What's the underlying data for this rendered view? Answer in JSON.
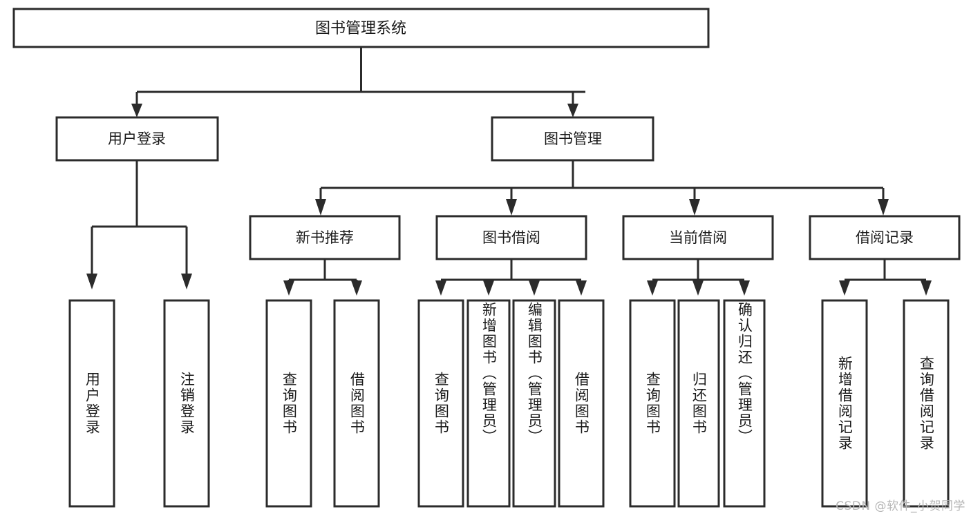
{
  "diagram": {
    "title": "图书管理系统",
    "watermark": "CSDN @软件_小贺同学",
    "style": {
      "box_fill": "#ffffff",
      "box_stroke": "#2b2b2b",
      "text_color": "#1a1a1a",
      "watermark_color": "#b6b6b6",
      "background": "#ffffff"
    },
    "levels": {
      "root": {
        "label": "图书管理系统"
      },
      "level2": [
        {
          "label": "用户登录"
        },
        {
          "label": "图书管理"
        }
      ],
      "level3": [
        {
          "label": "新书推荐"
        },
        {
          "label": "图书借阅"
        },
        {
          "label": "当前借阅"
        },
        {
          "label": "借阅记录"
        }
      ],
      "level4": [
        {
          "label": "用户登录",
          "parent": "用户登录"
        },
        {
          "label": "注销登录",
          "parent": "用户登录"
        },
        {
          "label": "查询图书",
          "parent": "新书推荐"
        },
        {
          "label": "借阅图书",
          "parent": "新书推荐"
        },
        {
          "label": "查询图书",
          "parent": "图书借阅"
        },
        {
          "label": "新增图书（管理员）",
          "parent": "图书借阅"
        },
        {
          "label": "编辑图书（管理员）",
          "parent": "图书借阅"
        },
        {
          "label": "借阅图书",
          "parent": "图书借阅"
        },
        {
          "label": "查询图书",
          "parent": "当前借阅"
        },
        {
          "label": "归还图书",
          "parent": "当前借阅"
        },
        {
          "label": "确认归还（管理员）",
          "parent": "当前借阅"
        },
        {
          "label": "新增借阅记录",
          "parent": "借阅记录"
        },
        {
          "label": "查询借阅记录",
          "parent": "借阅记录"
        }
      ]
    }
  }
}
